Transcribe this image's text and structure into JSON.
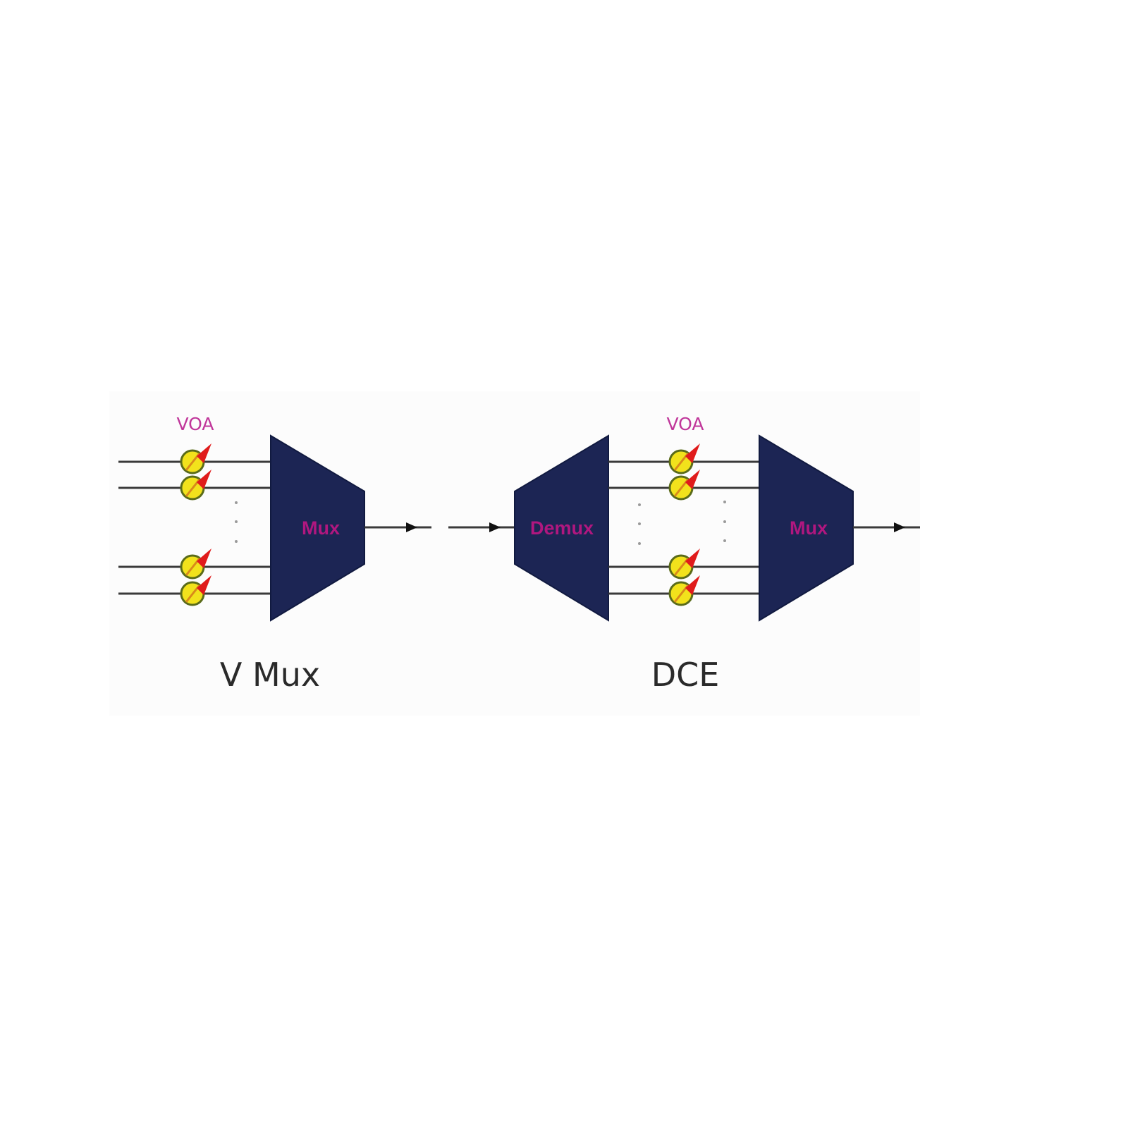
{
  "vmux": {
    "voa_label": "VOA",
    "mux_label": "Mux",
    "title": "V Mux"
  },
  "dce": {
    "voa_label": "VOA",
    "demux_label": "Demux",
    "mux_label": "Mux",
    "title": "DCE"
  },
  "colors": {
    "block": "#1c2554",
    "block_label": "#b0177f",
    "voa_label": "#c0369a",
    "voa_fill": "#f2e21c",
    "voa_arrow": "#e01b1b"
  }
}
